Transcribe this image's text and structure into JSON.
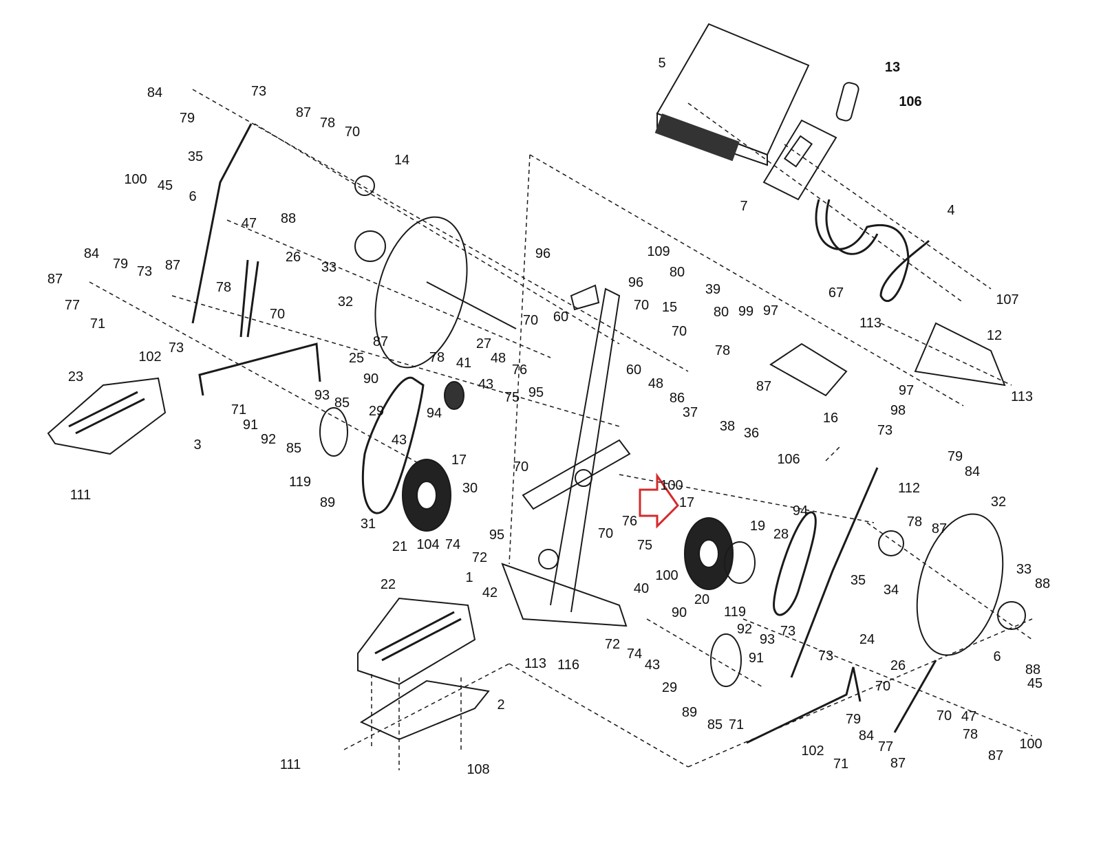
{
  "diagram": {
    "type": "exploded-parts-diagram",
    "line_color": "#1a1a1a",
    "highlight_arrow_color": "#d42a2a",
    "highlight_arrow_direction": "right",
    "part_labels": [
      "84",
      "79",
      "73",
      "87",
      "78",
      "70",
      "14",
      "35",
      "100",
      "45",
      "6",
      "47",
      "88",
      "33",
      "32",
      "26",
      "84",
      "79",
      "73",
      "87",
      "87",
      "77",
      "71",
      "78",
      "70",
      "73",
      "102",
      "25",
      "23",
      "93",
      "71",
      "91",
      "92",
      "85",
      "85",
      "90",
      "29",
      "3",
      "111",
      "119",
      "89",
      "87",
      "78",
      "41",
      "43",
      "75",
      "94",
      "43",
      "17",
      "70",
      "30",
      "31",
      "21",
      "104",
      "74",
      "72",
      "95",
      "96",
      "70",
      "60",
      "27",
      "48",
      "76",
      "95",
      "109",
      "96",
      "70",
      "15",
      "80",
      "39",
      "80",
      "70",
      "60",
      "48",
      "86",
      "37",
      "38",
      "36",
      "106",
      "99",
      "97",
      "78",
      "87",
      "67",
      "16",
      "97",
      "98",
      "5",
      "13",
      "106",
      "7",
      "4",
      "107",
      "113",
      "12",
      "113",
      "73",
      "79",
      "84",
      "112",
      "78",
      "87",
      "32",
      "94",
      "100",
      "17",
      "70",
      "76",
      "75",
      "100",
      "19",
      "40",
      "20",
      "28",
      "35",
      "34",
      "33",
      "88",
      "88",
      "1",
      "22",
      "42",
      "113",
      "116",
      "72",
      "74",
      "43",
      "90",
      "119",
      "92",
      "93",
      "73",
      "91",
      "73",
      "24",
      "29",
      "89",
      "85",
      "71",
      "70",
      "26",
      "6",
      "45",
      "47",
      "70",
      "79",
      "84",
      "77",
      "102",
      "71",
      "87",
      "78",
      "87",
      "100",
      "2",
      "111",
      "108"
    ]
  }
}
